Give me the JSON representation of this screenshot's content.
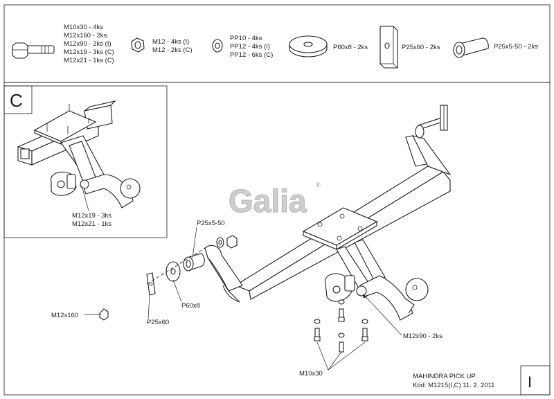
{
  "parts_legend": {
    "bolt_lines": [
      "M10x30 - 4ks",
      "M12x160 - 2ks",
      "M12x90 - 2ks (I)",
      "M12x19 - 3ks (C)",
      "M12x21 - 1ks (C)"
    ],
    "nut_lines": [
      "M12 - 4ks (I)",
      "M12 - 2ks (C)"
    ],
    "washer_lines": [
      "PP10 - 4ks",
      "PP12 - 4ks (I)",
      "PP12 - 6ks (C)"
    ],
    "disc_label": "P60x8 - 2ks",
    "plate_label": "P25x60 - 2ks",
    "spacer_label": "P25x5-50 - 2ks"
  },
  "detail_c": {
    "letter": "C",
    "bolt_lines": [
      "M12x19 - 3ks",
      "M12x21 - 1ks"
    ]
  },
  "logo": {
    "text": "Galia",
    "mark": "®"
  },
  "callouts": {
    "spacer": "P25x5-50",
    "bolt_long": "M12x160",
    "plate": "P25x60",
    "disc": "P60x8",
    "bolt_ball": "M12x90 - 2ks",
    "bolt_small": "M10x30"
  },
  "title_block": {
    "model": "MAHINDRA PICK UP",
    "code": "Kód: M1215(I,C)  11. 2. 2011",
    "variant": "I"
  }
}
